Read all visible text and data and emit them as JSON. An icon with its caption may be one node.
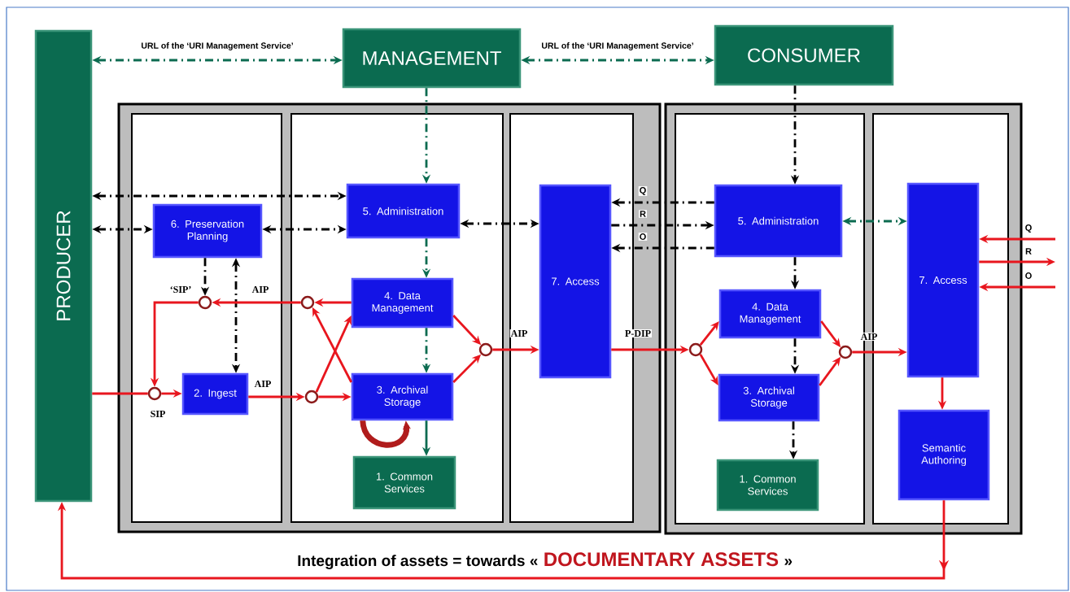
{
  "diagram": {
    "nodes": [
      {
        "text": [
          "PRODUCER"
        ]
      },
      {
        "text": [
          "MANAGEMENT"
        ]
      },
      {
        "text": [
          "CONSUMER"
        ]
      },
      {
        "text": [],
        "shape": "box"
      },
      {
        "text": [],
        "shape": "box",
        "in": 3
      },
      {
        "text": [],
        "shape": "box",
        "in": 3
      },
      {
        "text": [],
        "shape": "box",
        "in": 3
      },
      {
        "text": [],
        "shape": "box"
      },
      {
        "text": [],
        "shape": "box",
        "in": 7
      },
      {
        "text": [],
        "shape": "box",
        "in": 7
      },
      {
        "text": [
          "5. Administration"
        ],
        "in": 5
      },
      {
        "text": [
          "6. Preservation Planning"
        ],
        "in": 4
      },
      {
        "text": [
          "4. Data Management"
        ],
        "in": 5
      },
      {
        "text": [
          "3. Archival Storage"
        ],
        "in": 5
      },
      {
        "text": [
          "2. Ingest"
        ],
        "in": 4
      },
      {
        "text": [
          "1. Common Services"
        ],
        "in": 5
      },
      {
        "text": [
          "7. Access"
        ],
        "in": 6
      },
      {
        "text": [
          "5. Administration"
        ],
        "in": 8
      },
      {
        "text": [
          "4. Data Management"
        ],
        "in": 8
      },
      {
        "text": [
          "3. Archival Storage"
        ],
        "in": 8
      },
      {
        "text": [
          "1. Common Services"
        ],
        "in": 8
      },
      {
        "text": [
          "7. Access"
        ],
        "in": 9
      },
      {
        "text": [
          "Semantic Authoring"
        ],
        "in": 9
      },
      {
        "text": [],
        "shape": "circle",
        "in": 4,
        "beside": [
          "SIP"
        ]
      },
      {
        "text": [],
        "shape": "circle",
        "in": 4,
        "beside": [
          "‘SIP’"
        ]
      },
      {
        "text": [],
        "shape": "circle",
        "in": 5
      },
      {
        "text": [],
        "shape": "circle",
        "in": 5
      },
      {
        "text": [],
        "shape": "circle",
        "in": 5
      },
      {
        "text": [],
        "shape": "circle",
        "in": 8
      },
      {
        "text": [],
        "shape": "circle",
        "in": 8
      }
    ],
    "edges": [
      {
        "from": 0,
        "to": 1,
        "arrow": "both",
        "style": "dashed",
        "color": "#0b6b50",
        "label": "URL of the ‘URI Management Service’"
      },
      {
        "from": 1,
        "to": 2,
        "arrow": "both",
        "style": "dashed",
        "color": "#0b6b50",
        "label": "URL of the ‘URI Management Service’"
      },
      {
        "from": 1,
        "to": 10,
        "arrow": "to",
        "style": "dashed",
        "color": "#0b6b50"
      },
      {
        "from": 0,
        "to": 10,
        "arrow": "both",
        "style": "dashed",
        "color": "#000000"
      },
      {
        "from": 0,
        "to": 11,
        "arrow": "both",
        "style": "dashed",
        "color": "#000000"
      },
      {
        "from": 11,
        "to": 10,
        "arrow": "both",
        "style": "dashed",
        "color": "#000000"
      },
      {
        "from": 10,
        "to": 16,
        "arrow": "both",
        "style": "dashed",
        "color": "#000000"
      },
      {
        "from": 10,
        "to": 12,
        "arrow": "to",
        "style": "dashed",
        "color": "#0b6b50"
      },
      {
        "from": 12,
        "to": 13,
        "arrow": "to",
        "style": "dashed",
        "color": "#0b6b50"
      },
      {
        "from": 13,
        "to": 15,
        "arrow": "to",
        "color": "#0b6b50"
      },
      {
        "from": 11,
        "to": 24,
        "arrow": "to",
        "style": "dashed",
        "color": "#000000"
      },
      {
        "from": 11,
        "to": 14,
        "arrow": "both",
        "style": "dashed",
        "color": "#000000"
      },
      {
        "from": 12,
        "to": 25,
        "arrow": "to",
        "color": "#e8161e"
      },
      {
        "from": 25,
        "to": 24,
        "arrow": "to",
        "color": "#e8161e",
        "label": "AIP"
      },
      {
        "from": 24,
        "to": 23,
        "arrow": "to",
        "color": "#e8161e"
      },
      {
        "from": 0,
        "to": 23,
        "arrow": "none",
        "color": "#e8161e"
      },
      {
        "from": 23,
        "to": 14,
        "arrow": "to",
        "color": "#e8161e"
      },
      {
        "from": 14,
        "to": 26,
        "arrow": "to",
        "color": "#e8161e",
        "label": "AIP"
      },
      {
        "from": 26,
        "to": 13,
        "arrow": "to",
        "color": "#e8161e"
      },
      {
        "from": 26,
        "to": 12,
        "arrow": "to",
        "color": "#e8161e"
      },
      {
        "from": 13,
        "to": 25,
        "arrow": "to",
        "color": "#e8161e"
      },
      {
        "from": 12,
        "to": 27,
        "arrow": "to",
        "color": "#e8161e"
      },
      {
        "from": 13,
        "to": 27,
        "arrow": "to",
        "color": "#e8161e"
      },
      {
        "from": 27,
        "to": 16,
        "arrow": "to",
        "color": "#e8161e",
        "label": "AIP"
      },
      {
        "from": 16,
        "to": 28,
        "arrow": "to",
        "color": "#e8161e",
        "label": "P-DIP"
      },
      {
        "from": 28,
        "to": 18,
        "arrow": "to",
        "color": "#e8161e"
      },
      {
        "from": 28,
        "to": 19,
        "arrow": "to",
        "color": "#e8161e"
      },
      {
        "from": 18,
        "to": 29,
        "arrow": "to",
        "color": "#e8161e"
      },
      {
        "from": 19,
        "to": 29,
        "arrow": "to",
        "color": "#e8161e"
      },
      {
        "from": 29,
        "to": 21,
        "arrow": "to",
        "color": "#e8161e",
        "label": "AIP"
      },
      {
        "from": 2,
        "to": 17,
        "arrow": "to",
        "style": "dashed",
        "color": "#000000"
      },
      {
        "from": 17,
        "to": 18,
        "arrow": "to",
        "style": "dashed",
        "color": "#000000"
      },
      {
        "from": 18,
        "to": 19,
        "arrow": "to",
        "style": "dashed",
        "color": "#000000"
      },
      {
        "from": 19,
        "to": 20,
        "arrow": "to",
        "style": "dashed",
        "color": "#000000"
      },
      {
        "from": 17,
        "to": 21,
        "arrow": "both",
        "style": "dashed",
        "color": "#0b6b50"
      },
      {
        "from": 17,
        "to": 16,
        "arrow": "to",
        "style": "dashed",
        "color": "#000000",
        "label": "Q"
      },
      {
        "from": 16,
        "to": 17,
        "arrow": "to",
        "style": "dashed",
        "color": "#000000",
        "label": "R"
      },
      {
        "from": 17,
        "to": 16,
        "arrow": "to",
        "style": "dashed",
        "color": "#000000",
        "label": "O"
      },
      {
        "from": null,
        "to": 21,
        "arrow": "to",
        "color": "#e8161e",
        "label": "Q"
      },
      {
        "from": 21,
        "to": null,
        "arrow": "to",
        "color": "#e8161e",
        "label": "R"
      },
      {
        "from": null,
        "to": 21,
        "arrow": "to",
        "color": "#e8161e",
        "label": "O"
      },
      {
        "from": 21,
        "to": 22,
        "arrow": "to",
        "color": "#e8161e"
      },
      {
        "from": 22,
        "to": 0,
        "arrow": "to",
        "color": "#e8161e"
      },
      {
        "from": 13,
        "to": 13,
        "arrow": "to",
        "style": "thick",
        "color": "#b01c1c"
      }
    ],
    "labels": [
      "Integration of assets = towards «",
      "DOCUMENTARY ASSETS",
      "»"
    ]
  }
}
